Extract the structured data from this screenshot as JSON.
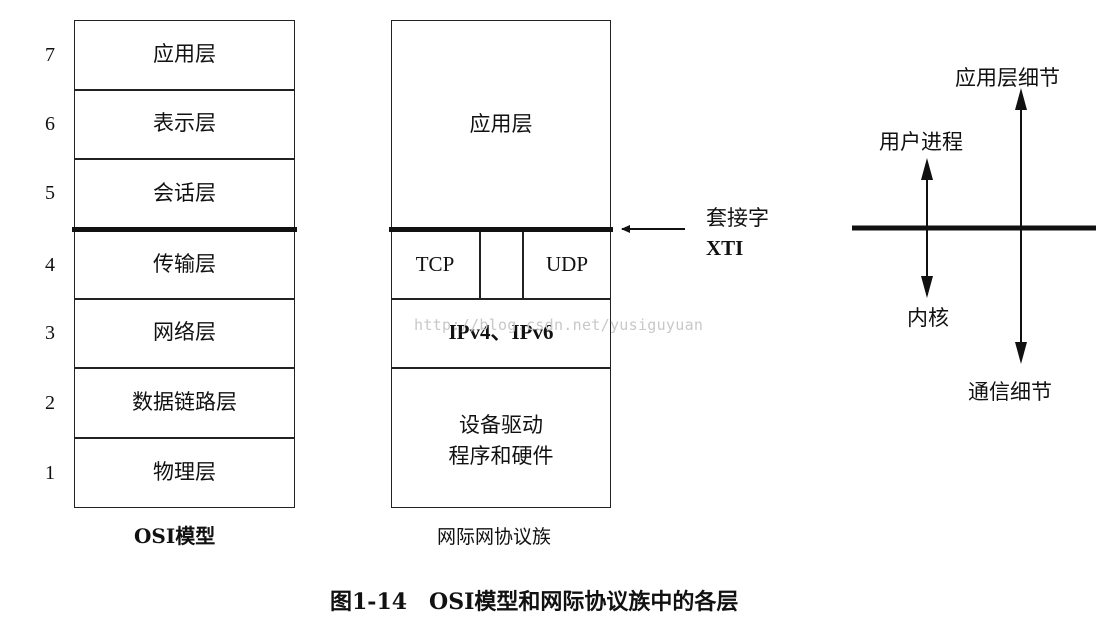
{
  "osi": {
    "numbers": [
      "7",
      "6",
      "5",
      "4",
      "3",
      "2",
      "1"
    ],
    "layers": [
      "应用层",
      "表示层",
      "会话层",
      "传输层",
      "网络层",
      "数据链路层",
      "物理层"
    ],
    "caption": "OSI模型"
  },
  "internet": {
    "application": "应用层",
    "tcp": "TCP",
    "udp": "UDP",
    "ip": "IPv4、IPv6",
    "driver_line1": "设备驱动",
    "driver_line2": "程序和硬件",
    "caption": "网际网协议族"
  },
  "socket": {
    "line1": "套接字",
    "line2": "XTI"
  },
  "detail": {
    "app_detail": "应用层细节",
    "user_process": "用户进程",
    "kernel": "内核",
    "comm_detail": "通信细节"
  },
  "watermark": "http://blog.csdn.net/yusiguyuan",
  "figure_caption": "图1-14　OSI模型和网际协议族中的各层"
}
